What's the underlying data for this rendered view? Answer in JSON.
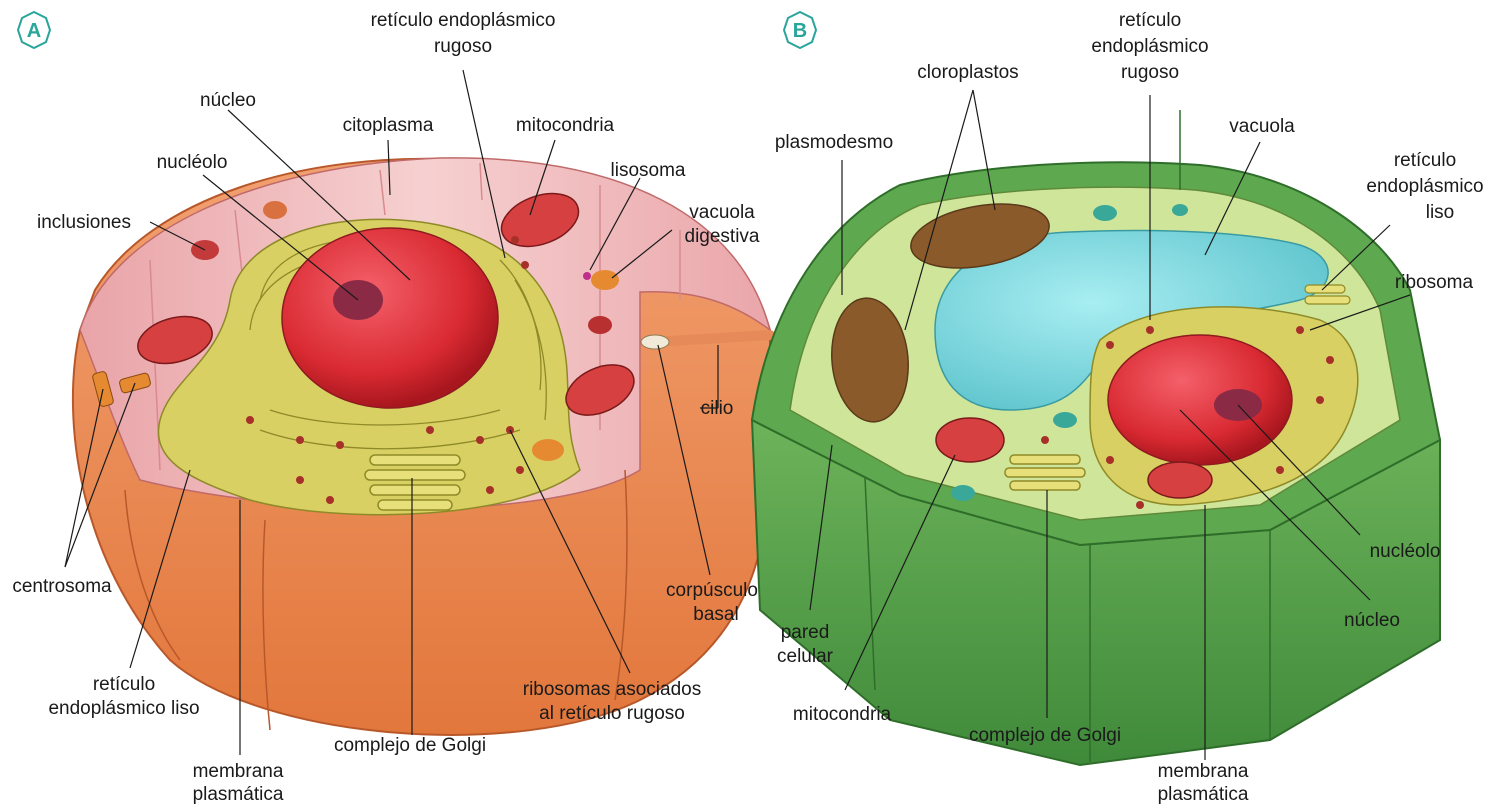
{
  "panels": {
    "animal": {
      "badge": "A",
      "labels": {
        "rer": [
          "retículo endoplásmico",
          "rugoso"
        ],
        "nucleus": "núcleo",
        "cytoplasm": "citoplasma",
        "mitochondria": "mitocondria",
        "nucleolus": "nucléolo",
        "lysosome": "lisosoma",
        "inclusions": "inclusiones",
        "digestive_vacuole": [
          "vacuola",
          "digestiva"
        ],
        "cilium": "cilio",
        "centrosome": "centrosoma",
        "basal_body": [
          "corpúsculo",
          "basal"
        ],
        "ser": [
          "retículo",
          "endoplásmico liso"
        ],
        "ribosomes": [
          "ribosomas asociados",
          "al retículo rugoso"
        ],
        "golgi": "complejo de Golgi",
        "membrane": [
          "membrana",
          "plasmática"
        ]
      }
    },
    "plant": {
      "badge": "B",
      "labels": {
        "rer": [
          "retículo",
          "endoplásmico",
          "rugoso"
        ],
        "chloroplasts": "cloroplastos",
        "plasmodesm": "plasmodesmo",
        "vacuole": "vacuola",
        "ser": [
          "retículo",
          "endoplásmico",
          "liso"
        ],
        "ribosome": "ribosoma",
        "nucleolus": "nucléolo",
        "nucleus": "núcleo",
        "cell_wall": [
          "pared",
          "celular"
        ],
        "mitochondria": "mitocondria",
        "golgi": "complejo de Golgi",
        "membrane": [
          "membrana",
          "plasmática"
        ]
      }
    }
  },
  "colors": {
    "badge": "#2aa59b",
    "animal_outer": "#e9874c",
    "animal_inner": "#f4c5c5",
    "er_yellow": "#d8d063",
    "nucleus_red": "#d92a32",
    "nucleolus": "#8a2a45",
    "plant_wall": "#4f9a45",
    "plant_cytoplasm": "#cfe69a",
    "plant_vacuole": "#6fd0d8"
  }
}
